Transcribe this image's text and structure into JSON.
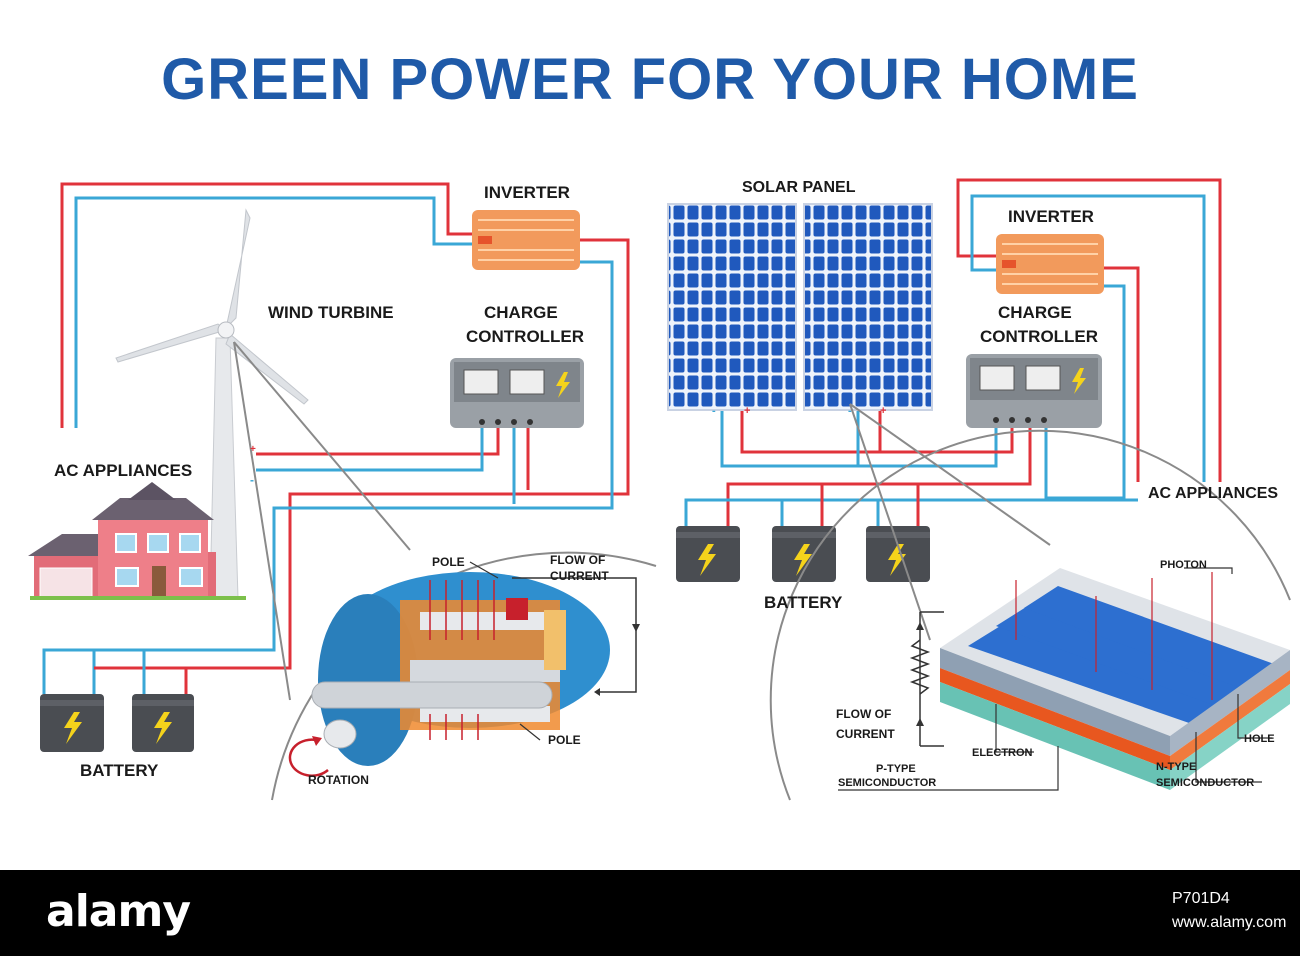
{
  "title": "GREEN POWER FOR YOUR HOME",
  "labels": {
    "inverter_left": "INVERTER",
    "wind_turbine": "WIND TURBINE",
    "charge_controller_left_1": "CHARGE",
    "charge_controller_left_2": "CONTROLLER",
    "ac_appliances_left": "AC APPLIANCES",
    "battery_left": "BATTERY",
    "solar_panel": "SOLAR PANEL",
    "inverter_right": "INVERTER",
    "charge_controller_right_1": "CHARGE",
    "charge_controller_right_2": "CONTROLLER",
    "ac_appliances_right": "AC APPLIANCES",
    "battery_right": "BATTERY",
    "pole_top": "POLE",
    "flow_of_current_top_1": "FLOW OF",
    "flow_of_current_top_2": "CURRENT",
    "pole_bottom": "POLE",
    "rotation": "ROTATION",
    "photon": "PHOTON",
    "flow_of_current_right_1": "FLOW OF",
    "flow_of_current_right_2": "CURRENT",
    "electron": "ELECTRON",
    "hole": "HOLE",
    "p_type_1": "P-TYPE",
    "p_type_2": "SEMICONDUCTOR",
    "n_type_1": "N-TYPE",
    "n_type_2": "SEMICONDUCTOR",
    "plus": "+",
    "minus": "-"
  },
  "colors": {
    "title": "#1f5aa8",
    "positive_wire": "#e0333b",
    "negative_wire": "#3aa7d6",
    "inverter": "#f29a5c",
    "controller": "#9aa0a6",
    "battery": "#4a4d52",
    "lightning": "#f5d31b",
    "solar_cell": "#1e56b8",
    "house": "#e26c78",
    "callout_line": "#8a8a8a"
  },
  "watermark": {
    "logo": "alamy",
    "image_id": "P701D4",
    "site": "www.alamy.com"
  }
}
